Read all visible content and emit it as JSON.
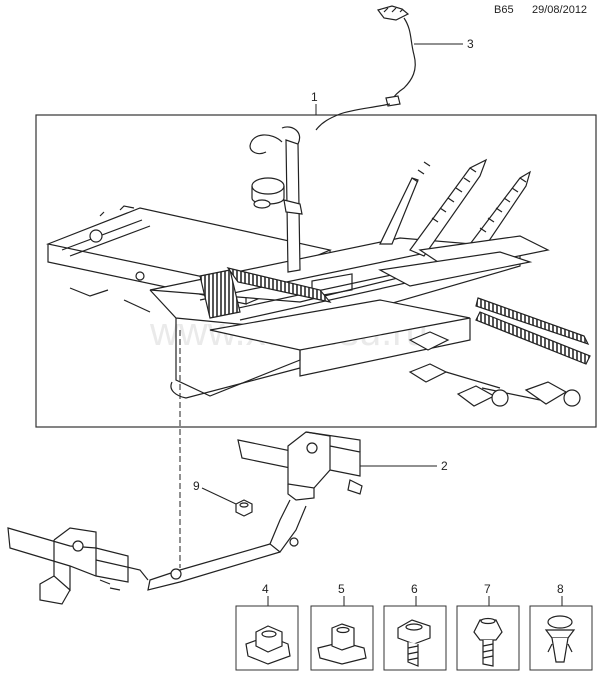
{
  "header": {
    "code": "B65",
    "date": "29/08/2012"
  },
  "watermark": "www.xtlek.su.ru",
  "callouts": {
    "c1": "1",
    "c2": "2",
    "c3": "3",
    "c4": "4",
    "c5": "5",
    "c6": "6",
    "c7": "7",
    "c8": "8",
    "c9": "9"
  },
  "colors": {
    "line": "#222222",
    "panel_border": "#333333",
    "stripe": "#555555"
  }
}
